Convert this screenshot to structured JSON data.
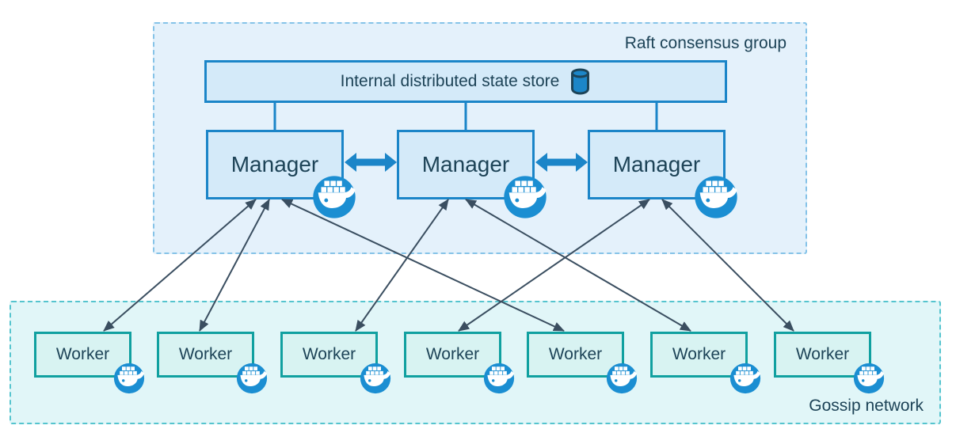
{
  "diagram": {
    "raft_group": {
      "label": "Raft consensus group",
      "state_store": {
        "label": "Internal distributed state store",
        "icon": "database-icon"
      },
      "managers": [
        {
          "id": "manager-1",
          "label": "Manager",
          "icon": "docker-whale-icon"
        },
        {
          "id": "manager-2",
          "label": "Manager",
          "icon": "docker-whale-icon"
        },
        {
          "id": "manager-3",
          "label": "Manager",
          "icon": "docker-whale-icon"
        }
      ]
    },
    "gossip_group": {
      "label": "Gossip network",
      "workers": [
        {
          "id": "worker-1",
          "label": "Worker",
          "icon": "docker-whale-icon"
        },
        {
          "id": "worker-2",
          "label": "Worker",
          "icon": "docker-whale-icon"
        },
        {
          "id": "worker-3",
          "label": "Worker",
          "icon": "docker-whale-icon"
        },
        {
          "id": "worker-4",
          "label": "Worker",
          "icon": "docker-whale-icon"
        },
        {
          "id": "worker-5",
          "label": "Worker",
          "icon": "docker-whale-icon"
        },
        {
          "id": "worker-6",
          "label": "Worker",
          "icon": "docker-whale-icon"
        },
        {
          "id": "worker-7",
          "label": "Worker",
          "icon": "docker-whale-icon"
        }
      ]
    },
    "connections": {
      "state_store_to_managers": [
        "manager-1",
        "manager-2",
        "manager-3"
      ],
      "manager_peers": [
        {
          "from": "manager-1",
          "to": "manager-2",
          "type": "thick-bidirectional-arrow"
        },
        {
          "from": "manager-2",
          "to": "manager-3",
          "type": "thick-bidirectional-arrow"
        }
      ],
      "manager_worker": [
        {
          "from": "manager-1",
          "to": "worker-1",
          "type": "bidirectional-arrow"
        },
        {
          "from": "manager-1",
          "to": "worker-2",
          "type": "bidirectional-arrow"
        },
        {
          "from": "manager-1",
          "to": "worker-5",
          "type": "bidirectional-arrow"
        },
        {
          "from": "manager-2",
          "to": "worker-3",
          "type": "bidirectional-arrow"
        },
        {
          "from": "manager-2",
          "to": "worker-6",
          "type": "bidirectional-arrow"
        },
        {
          "from": "manager-3",
          "to": "worker-4",
          "type": "bidirectional-arrow"
        },
        {
          "from": "manager-3",
          "to": "worker-7",
          "type": "bidirectional-arrow"
        }
      ]
    },
    "colors": {
      "raft_fill": "#e4f1fb",
      "raft_border": "#85c3e8",
      "gossip_fill": "#e1f6f8",
      "gossip_border": "#55c4ce",
      "blue_node_fill": "#d4eaf9",
      "blue_node_border": "#1b85c8",
      "worker_fill": "#d8f3f2",
      "worker_border": "#10a0a0",
      "text": "#1d4357",
      "thin_arrow": "#3a4e60",
      "docker_blue": "#1b8ed2"
    }
  }
}
